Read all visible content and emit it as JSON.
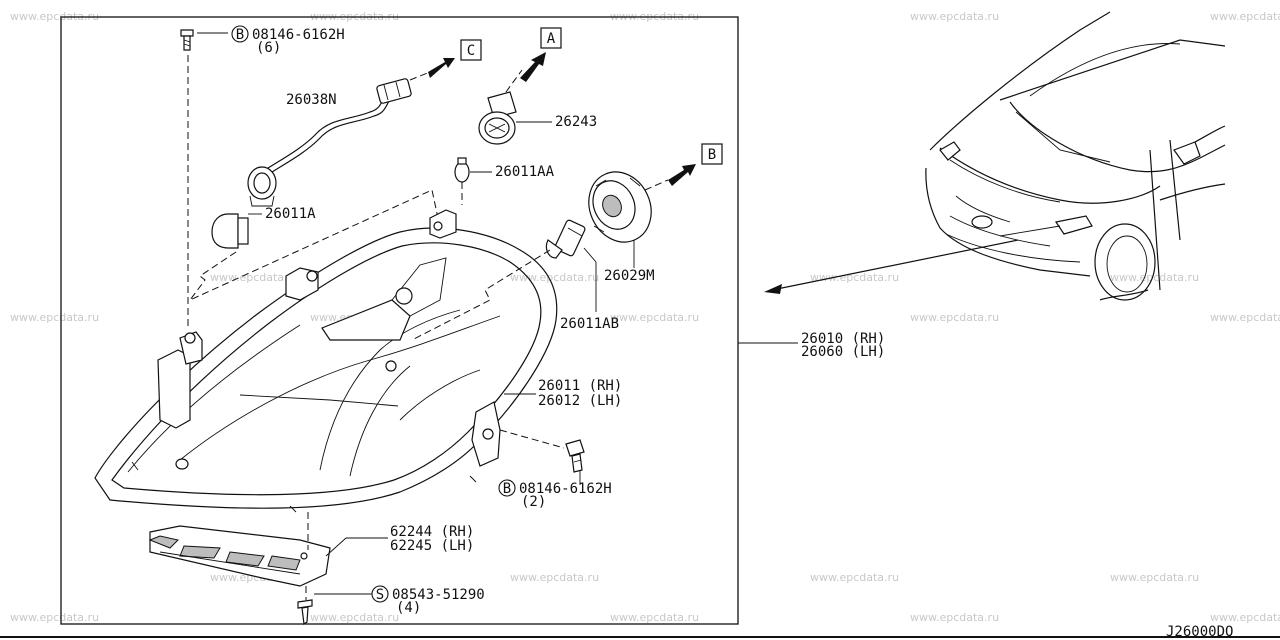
{
  "watermark": "www.epcdata.ru",
  "diagram_code": "J26000DQ",
  "labels": {
    "bolt_top_code": "08146-6162H",
    "bolt_top_qty": "(6)",
    "bolt_right_code": "08146-6162H",
    "bolt_right_qty": "(2)",
    "screw_code": "08543-51290",
    "screw_qty": "(4)",
    "harness": "26038N",
    "socket": "26243",
    "bulb_small": "26011AA",
    "bulb_side": "26011A",
    "cap": "26029M",
    "bulb_main": "26011AB",
    "assy_rh": "26010 (RH)",
    "assy_lh": "26060 (LH)",
    "housing_rh": "26011 (RH)",
    "housing_lh": "26012 (LH)",
    "bracket_rh": "62244 (RH)",
    "bracket_lh": "62245 (LH)"
  },
  "callouts": {
    "a": "A",
    "b": "B",
    "c": "C",
    "bolt_marker": "B",
    "screw_marker": "S"
  }
}
